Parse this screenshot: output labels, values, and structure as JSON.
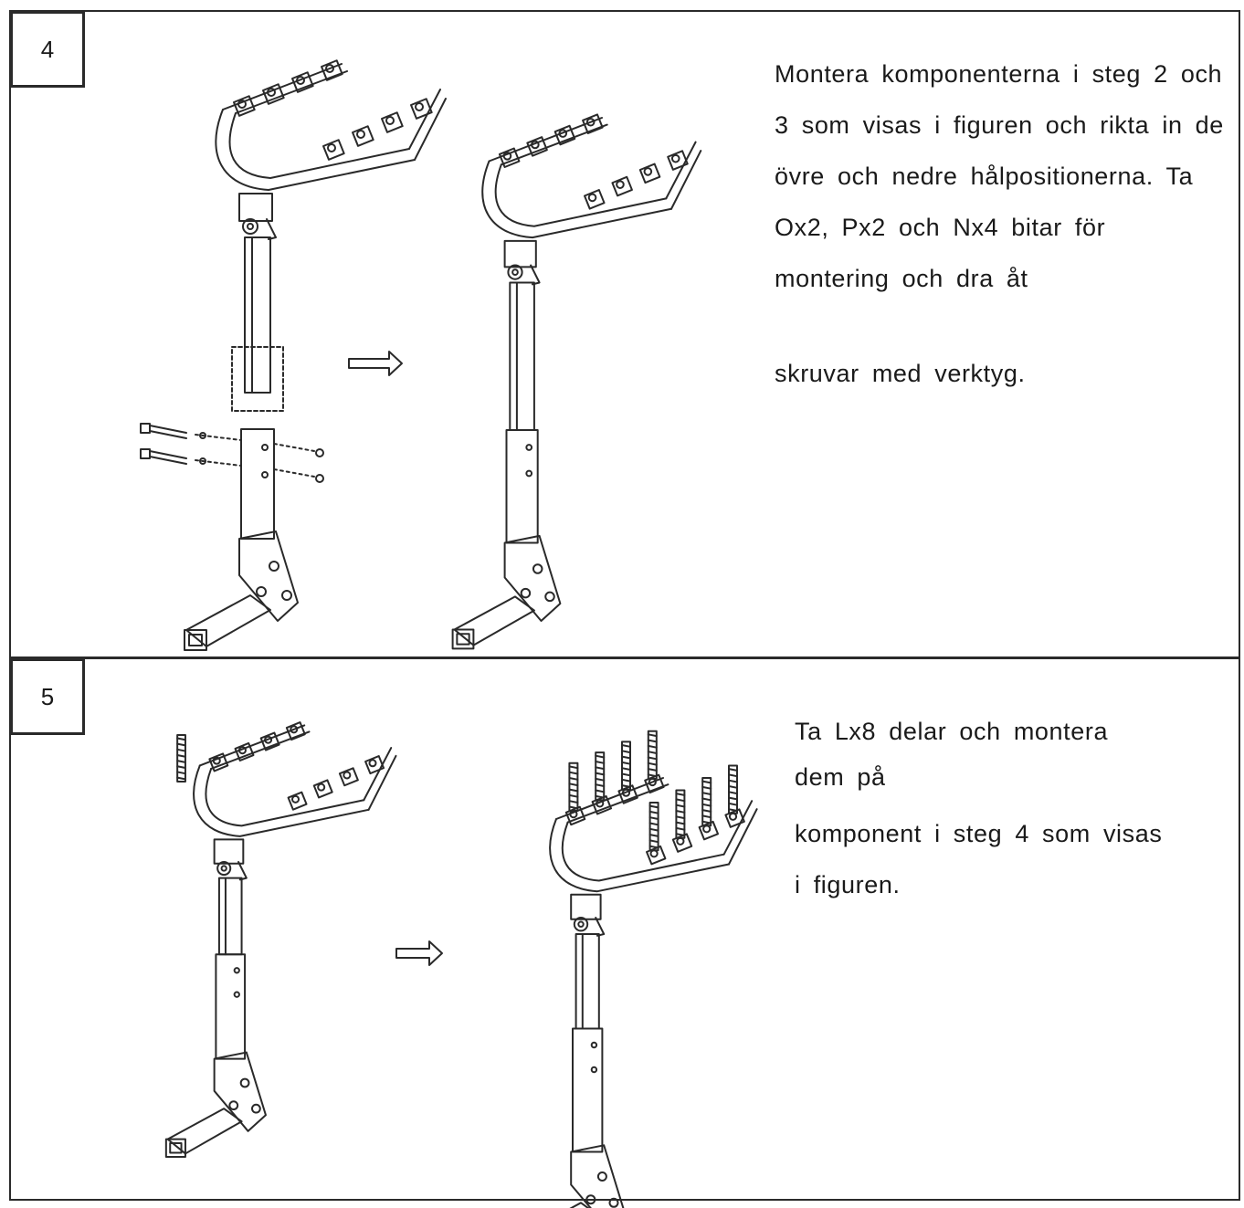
{
  "step4": {
    "number": "4",
    "lines": [
      "Montera komponenterna i steg 2 och",
      "3 som visas i figuren och rikta in de",
      "övre och nedre hålpositionerna. Ta",
      "Ox2, Px2 och Nx4 bitar för",
      "montering och dra åt",
      "skruvar med verktyg."
    ]
  },
  "step5": {
    "number": "5",
    "lines": [
      "Ta Lx8 delar och montera",
      "dem på",
      "komponent i steg 4 som visas",
      "i figuren."
    ]
  }
}
